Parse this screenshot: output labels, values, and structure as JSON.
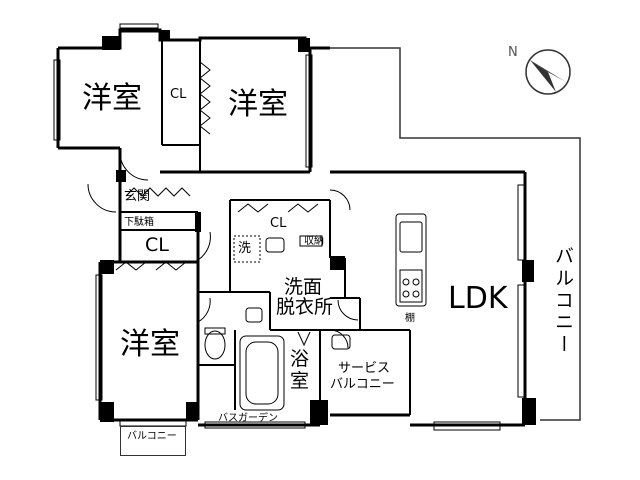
{
  "rooms": {
    "yoshitsu_tl": "洋室",
    "cl_top": "CL",
    "yoshitsu_tr": "洋室",
    "genkan": "玄関",
    "getabako": "下駄箱",
    "cl_left": "CL",
    "yoshitsu_bl": "洋室",
    "cl_mid": "CL",
    "sen": "洗",
    "shuno": "収納",
    "senmen": "洗面",
    "datsuijo": "脱衣所",
    "yokushitsu_1": "浴",
    "yokushitsu_2": "室",
    "service_1": "サービス",
    "service_2": "バルコニー",
    "ldk": "LDK",
    "tana": "棚",
    "balcony_right": "バルコニー",
    "balcony_small": "バルコニー",
    "bath_garden": "バスガーデン"
  },
  "compass": {
    "label": "N"
  },
  "colors": {
    "wall": "#000000",
    "line": "#222222",
    "compass_dark": "#333333"
  }
}
